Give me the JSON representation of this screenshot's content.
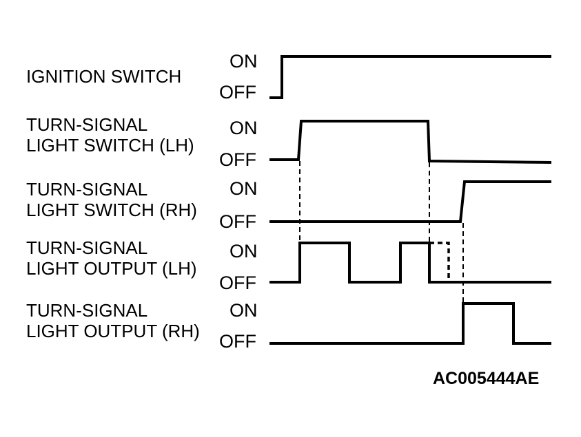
{
  "signals": [
    {
      "label_lines": [
        "IGNITION SWITCH"
      ],
      "on": "ON",
      "off": "OFF"
    },
    {
      "label_lines": [
        "TURN-SIGNAL",
        "LIGHT SWITCH (LH)"
      ],
      "on": "ON",
      "off": "OFF"
    },
    {
      "label_lines": [
        "TURN-SIGNAL",
        "LIGHT SWITCH (RH)"
      ],
      "on": "ON",
      "off": "OFF"
    },
    {
      "label_lines": [
        "TURN-SIGNAL",
        "LIGHT OUTPUT (LH)"
      ],
      "on": "ON",
      "off": "OFF"
    },
    {
      "label_lines": [
        "TURN-SIGNAL",
        "LIGHT OUTPUT (RH)"
      ],
      "on": "ON",
      "off": "OFF"
    }
  ],
  "figure_code": "AC005444AE",
  "colors": {
    "line": "#000000",
    "background": "#ffffff"
  }
}
